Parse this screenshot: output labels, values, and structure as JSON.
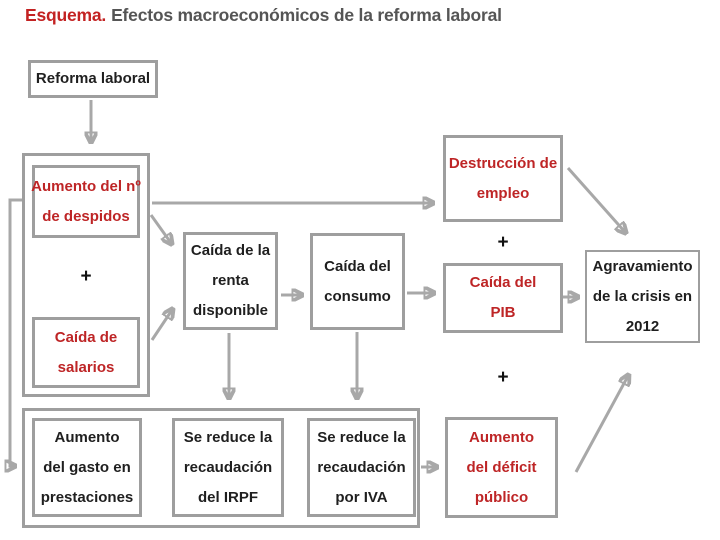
{
  "title": {
    "prefix": "Esquema.",
    "rest": "Efectos macroeconómicos de la reforma laboral"
  },
  "colors": {
    "red_text": "#be2526",
    "title_red": "#c32222",
    "title_gray": "#555555",
    "box_border": "#9e9e9e",
    "arrow": "#a8a8a8",
    "black_text": "#1f1f1f"
  },
  "plus_signs": {
    "left_group": "+",
    "right_upper": "+",
    "right_lower": "+"
  },
  "nodes": {
    "reforma": {
      "color": "black",
      "lines": [
        "Reforma laboral"
      ]
    },
    "despidos": {
      "color": "red",
      "lines": [
        "Aumento del nº",
        "de despidos"
      ]
    },
    "salarios": {
      "color": "red",
      "lines": [
        "Caída de",
        "salarios"
      ]
    },
    "renta": {
      "color": "black",
      "lines": [
        "Caída de la",
        "renta",
        "disponible"
      ]
    },
    "consumo": {
      "color": "black",
      "lines": [
        "Caída del",
        "consumo"
      ]
    },
    "destruccion": {
      "color": "red",
      "lines": [
        "Destrucción de",
        "empleo"
      ]
    },
    "pib": {
      "color": "red",
      "lines": [
        "Caída del",
        "PIB"
      ]
    },
    "agravamiento": {
      "color": "black",
      "lines": [
        "Agravamiento",
        "de la crisis en",
        "2012"
      ]
    },
    "gasto": {
      "color": "black",
      "lines": [
        "Aumento",
        "del gasto en",
        "prestaciones"
      ]
    },
    "irpf": {
      "color": "black",
      "lines": [
        "Se reduce la",
        "recaudación",
        "del IRPF"
      ]
    },
    "iva": {
      "color": "black",
      "lines": [
        "Se reduce la",
        "recaudación",
        "por IVA"
      ]
    },
    "deficit": {
      "color": "red",
      "lines": [
        "Aumento",
        "del déficit",
        "público"
      ]
    }
  },
  "edges": [
    {
      "from": "Reforma laboral",
      "to": "Aumento del nº de despidos + Caída de salarios"
    },
    {
      "from": "Aumento del nº de despidos + Caída de salarios",
      "to": "Caída de la renta disponible"
    },
    {
      "from": "Aumento del nº de despidos + Caída de salarios",
      "to": "Destrucción de empleo"
    },
    {
      "from": "Aumento del nº de despidos + Caída de salarios",
      "to": "Aumento del gasto en prestaciones (grupo inferior)"
    },
    {
      "from": "Caída de la renta disponible",
      "to": "Caída del consumo"
    },
    {
      "from": "Caída de la renta disponible",
      "to": "Se reduce la recaudación del IRPF"
    },
    {
      "from": "Caída del consumo",
      "to": "Caída del PIB"
    },
    {
      "from": "Caída del consumo",
      "to": "Se reduce la recaudación por IVA"
    },
    {
      "from": "Destrucción de empleo",
      "to": "Agravamiento de la crisis en 2012"
    },
    {
      "from": "Caída del PIB",
      "to": "Agravamiento de la crisis en 2012"
    },
    {
      "from": "Grupo recaudación/gasto",
      "to": "Aumento del déficit público"
    },
    {
      "from": "Aumento del déficit público",
      "to": "Agravamiento de la crisis en 2012"
    }
  ]
}
